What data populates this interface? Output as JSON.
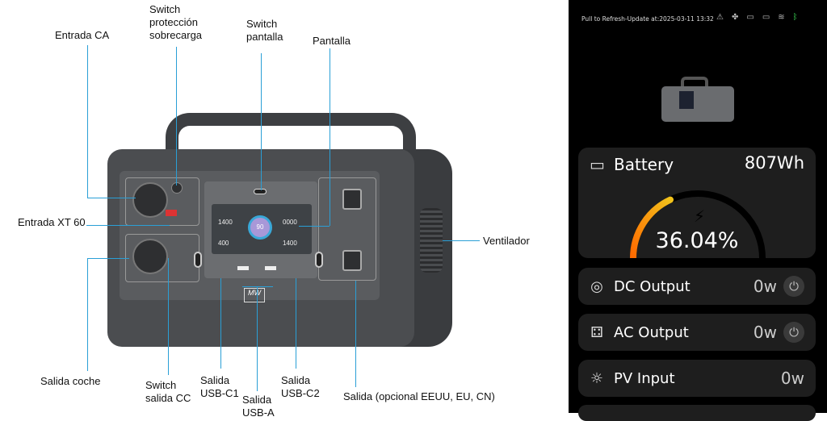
{
  "labels": {
    "entrada_ca": "Entrada CA",
    "switch_proteccion": "Switch protección sobrecarga",
    "switch_pantalla": "Switch pantalla",
    "pantalla": "Pantalla",
    "entrada_xt60": "Entrada XT 60",
    "ventilador": "Ventilador",
    "salida_coche": "Salida coche",
    "switch_salida_cc": "Switch salida CC",
    "salida_usb_c1": "Salida USB-C1",
    "salida_usb_a": "Salida USB-A",
    "salida_usb_c2": "Salida USB-C2",
    "salida_ac": "Salida (opcional EEUU, EU, CN)"
  },
  "device_screen": {
    "left_top": "1400",
    "left_bottom": "400",
    "center": "90",
    "right_top": "0000",
    "right_bottom": "1400"
  },
  "app": {
    "refresh_text": "Pull to Refresh-Update at:2025-03-11 13:32",
    "status_icons": [
      "warning-icon",
      "fan-icon",
      "battery-icon",
      "battery-icon",
      "wifi-icon",
      "bluetooth-icon"
    ],
    "battery": {
      "label": "Battery",
      "capacity": "807Wh",
      "percent_text": "36.04%",
      "percent": 36.04
    },
    "rows": [
      {
        "label": "DC Output",
        "value": "0w",
        "icon": "dc-output-icon",
        "power": true
      },
      {
        "label": "AC Output",
        "value": "0w",
        "icon": "ac-outlet-icon",
        "power": true
      },
      {
        "label": "PV Input",
        "value": "0w",
        "icon": "solar-panel-icon",
        "power": false
      }
    ],
    "colors": {
      "gauge_start": "#ff6a00",
      "gauge_end": "#f2c21b",
      "bluetooth": "#3ddc57"
    }
  }
}
